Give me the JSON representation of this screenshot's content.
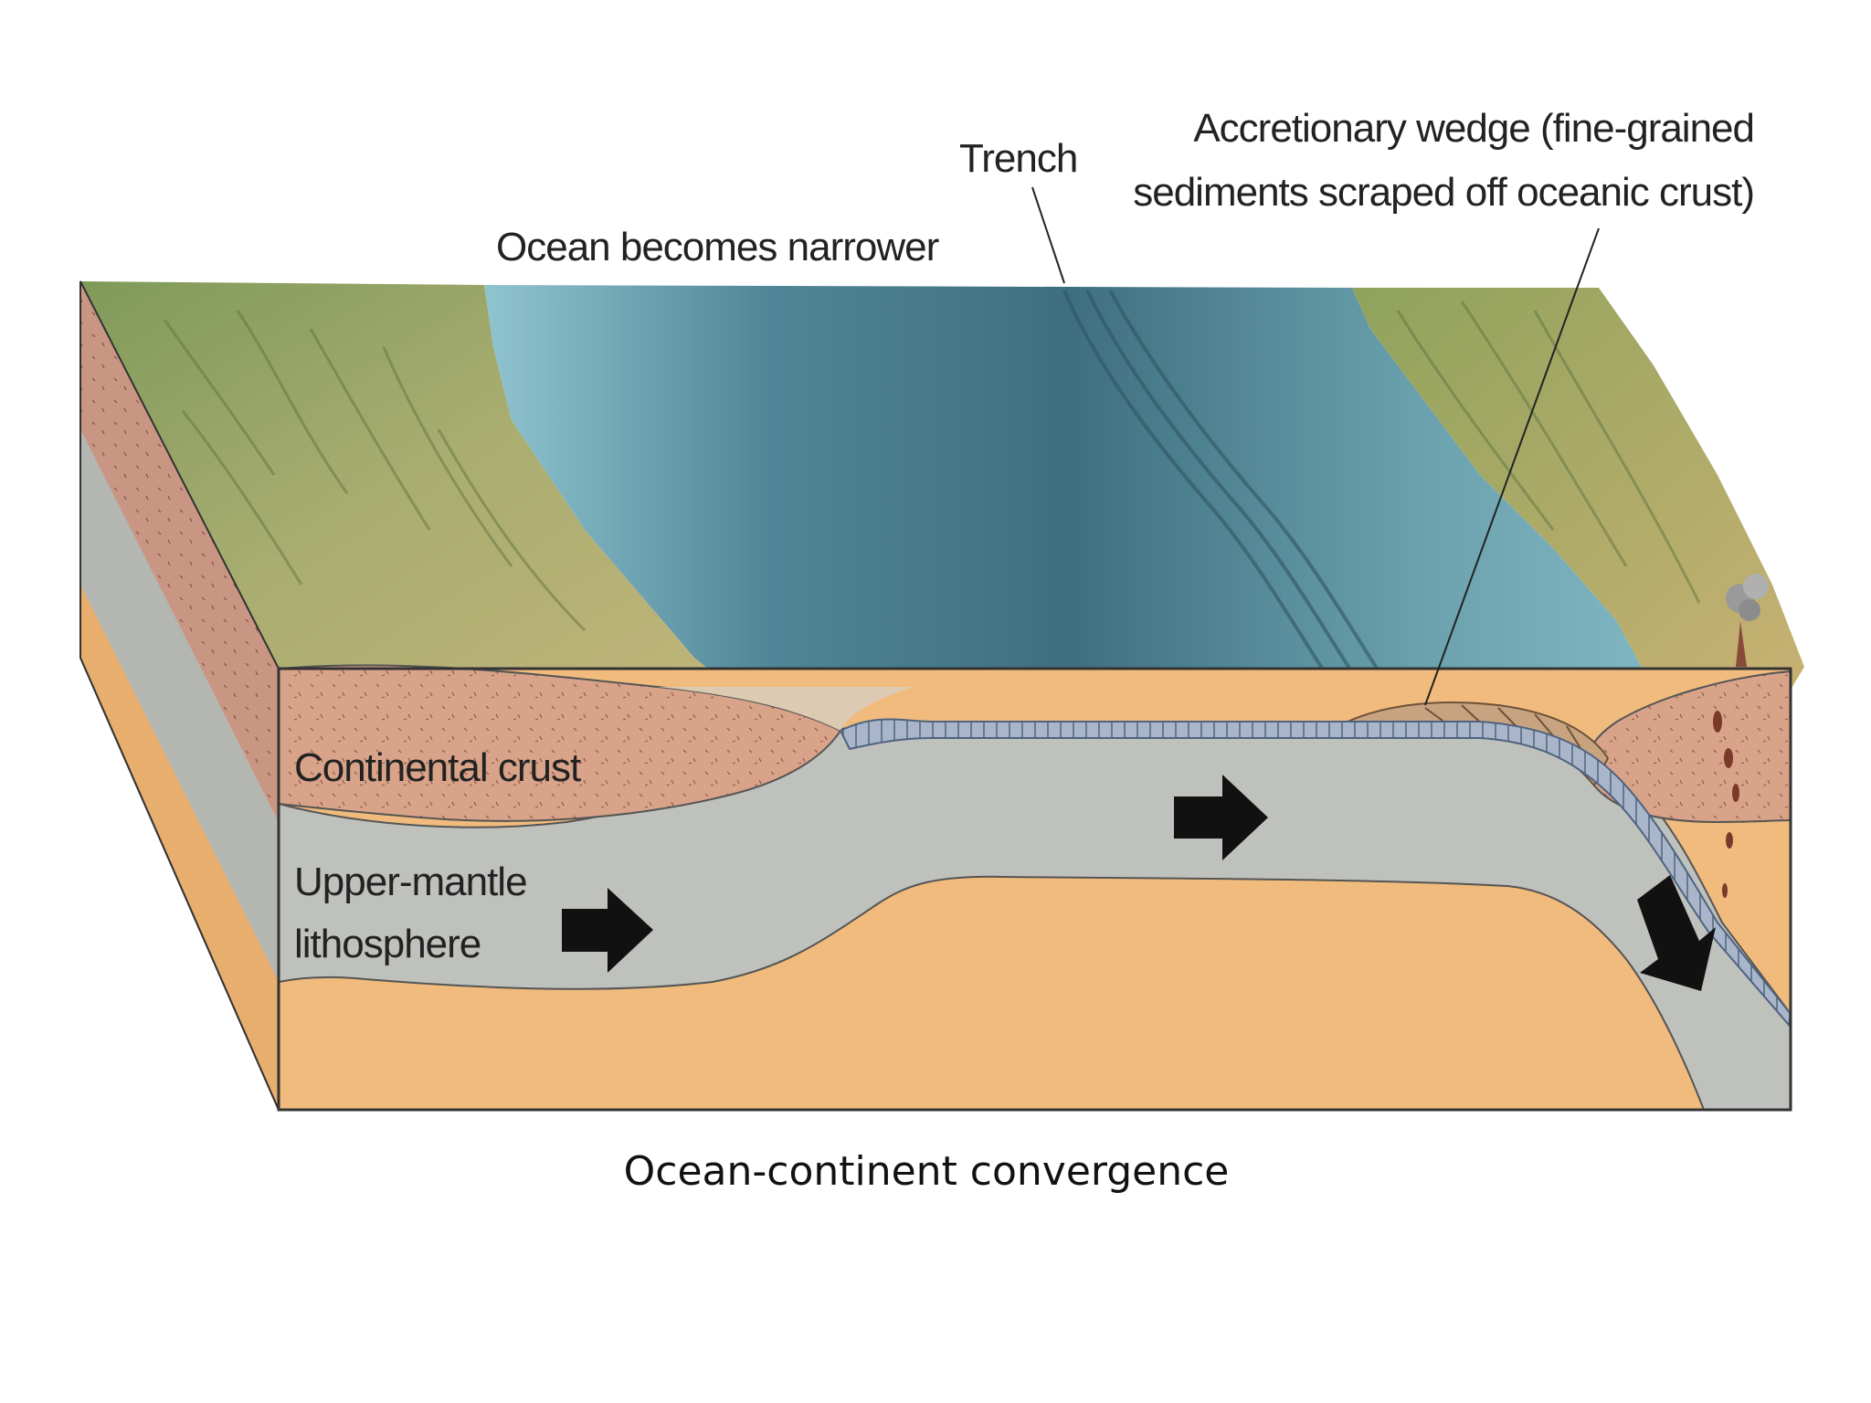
{
  "labels": {
    "trench": "Trench",
    "accretionary_line1": "Accretionary wedge (fine-grained",
    "accretionary_line2": "sediments scraped off oceanic crust)",
    "ocean_narrower": "Ocean becomes narrower",
    "continental_crust": "Continental crust",
    "upper_mantle_line1": "Upper-mantle",
    "upper_mantle_line2": "lithosphere"
  },
  "caption": "Ocean-continent convergence",
  "colors": {
    "continental_crust": "#d9a38a",
    "lithosphere": "#bfc1bd",
    "asthenosphere": "#f0bb7c",
    "ocean": "#5f93a2",
    "land": "#93a563",
    "oceanic_crust": "#a9b6c9",
    "arrow": "#111111"
  }
}
